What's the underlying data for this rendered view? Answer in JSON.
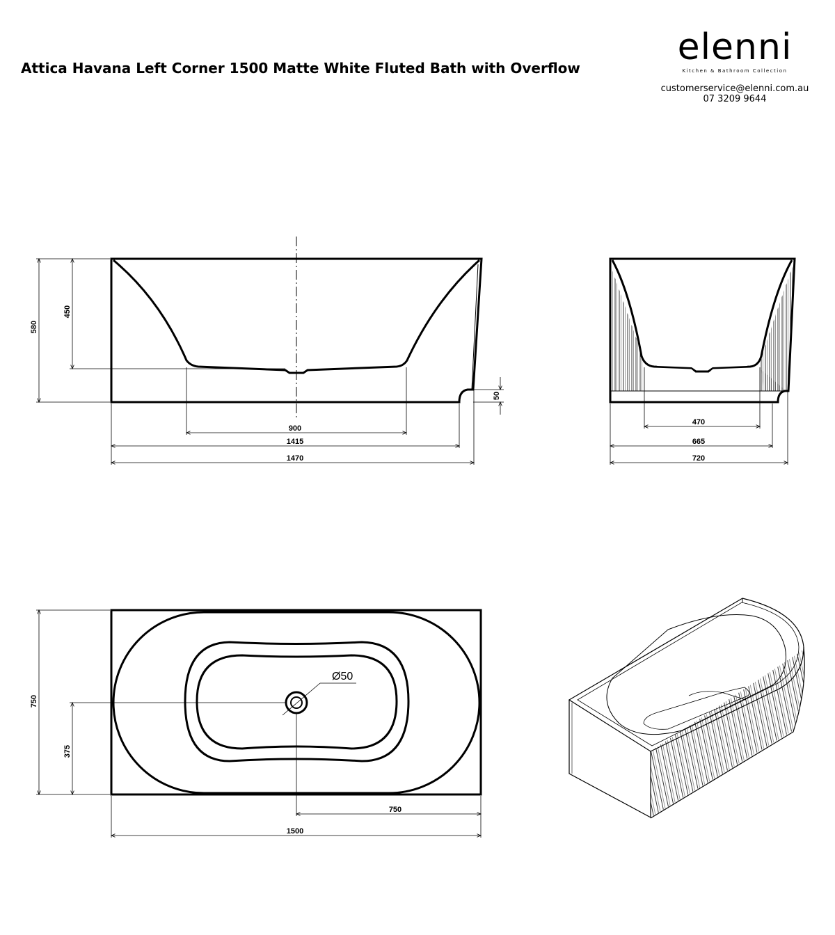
{
  "title": "Attica Havana Left Corner 1500 Matte White Fluted Bath with Overflow",
  "brand": {
    "logo": "elenni",
    "tagline": "Kitchen & Bathroom Collection",
    "email": "customerservice@elenni.com.au",
    "phone": "07 3209 9644"
  },
  "front_view": {
    "dims": {
      "height_total": "580",
      "depth_inner": "450",
      "plinth": "50",
      "base_width": "900",
      "bottom_width": "1415",
      "top_width": "1470"
    }
  },
  "side_view": {
    "dims": {
      "base_width": "470",
      "bottom_width": "665",
      "top_width": "720"
    }
  },
  "plan_view": {
    "dims": {
      "width_total": "750",
      "waste_offset_y": "375",
      "waste_offset_x": "750",
      "length_total": "1500",
      "waste_diameter": "Ø50"
    }
  }
}
